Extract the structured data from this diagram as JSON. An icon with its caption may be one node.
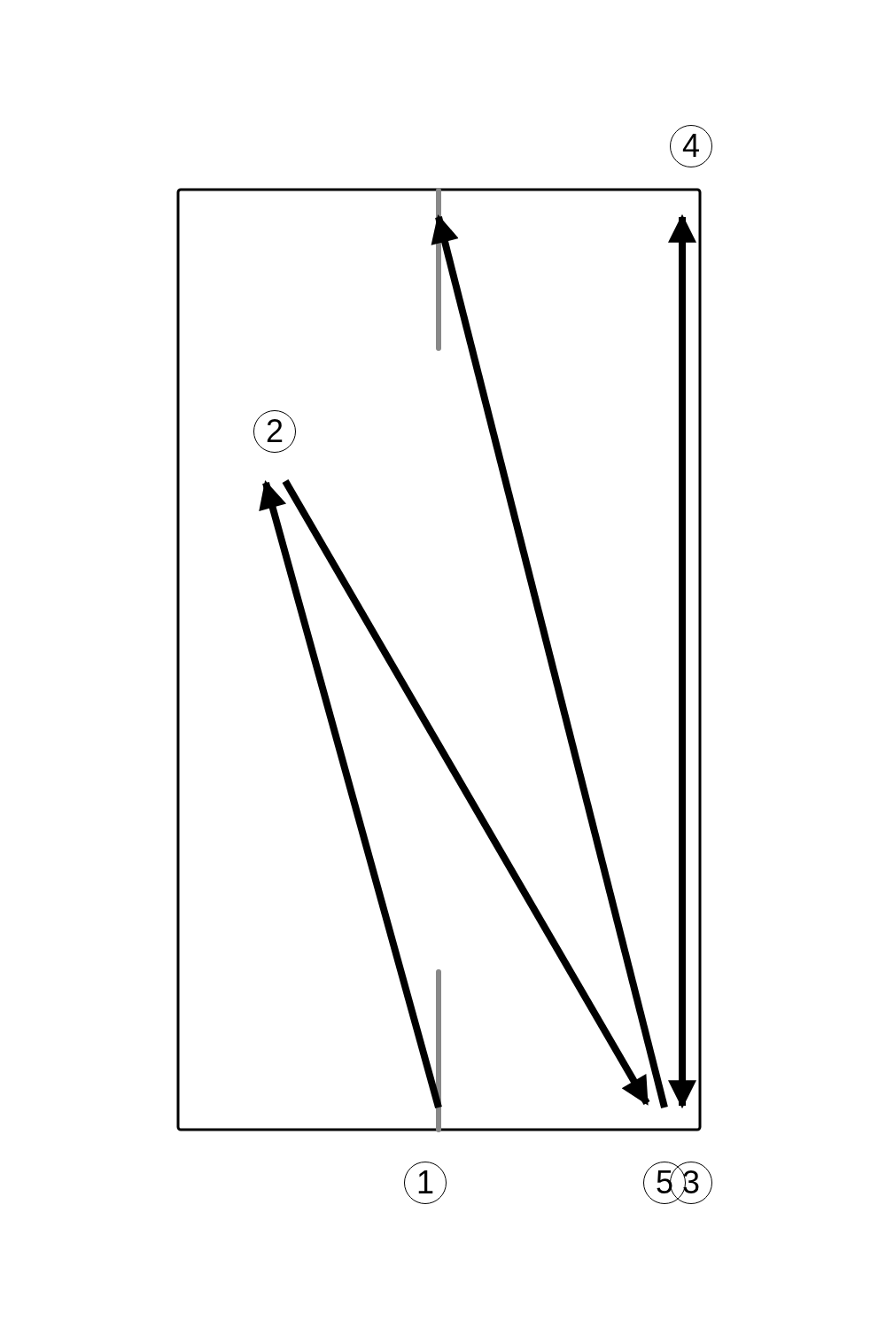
{
  "diagram": {
    "labels": [
      "4",
      "2",
      "1",
      "5",
      "3"
    ]
  }
}
